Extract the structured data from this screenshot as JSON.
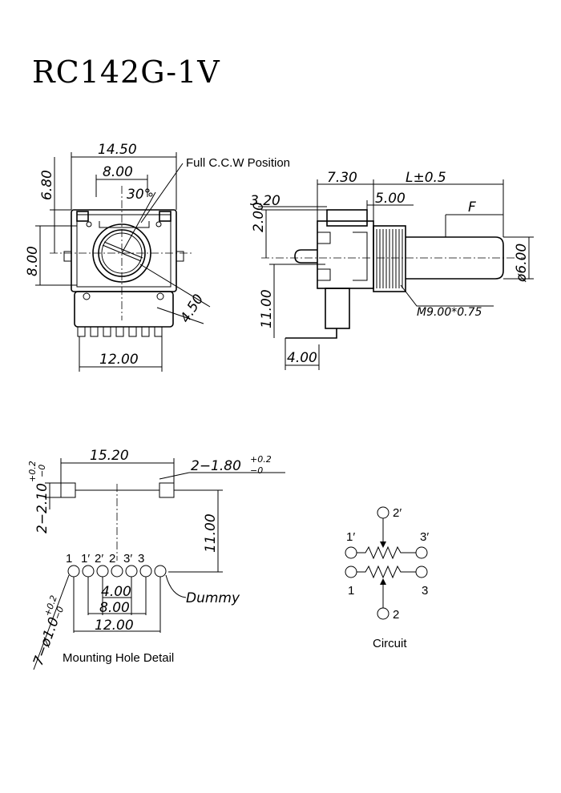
{
  "title": "RC142G-1V",
  "front_view": {
    "dim_width": "14.50",
    "dim_inner": "8.00",
    "dim_height_top": "6.80",
    "dim_height_left": "8.00",
    "dim_angle": "30°",
    "dim_diag": "4.50",
    "dim_bottom": "12.00",
    "callout": "Full C.C.W Position"
  },
  "side_view": {
    "dim_7_30": "7.30",
    "dim_L": "L±0.5",
    "dim_3_20": "3.20",
    "dim_2_00": "2.00",
    "dim_5_00": "5.00",
    "dim_F": "F",
    "dim_11_00": "11.00",
    "dim_6_00": "ø6.00",
    "dim_4_00": "4.00",
    "thread": "M9.00*0.75"
  },
  "mounting": {
    "dim_15_20": "15.20",
    "dim_slot_right": "2−1.80",
    "dim_slot_right_tol_top": "+0.2",
    "dim_slot_right_tol_bot": "−0",
    "dim_slot_left": "2−2.10",
    "dim_slot_left_tol_top": "+0.2",
    "dim_slot_left_tol_bot": "−0",
    "dim_11_00": "11.00",
    "dim_4_00": "4.00",
    "dim_8_00": "8.00",
    "dim_12_00": "12.00",
    "dim_holes": "7−ø1.0",
    "dim_holes_tol_top": "+0.2",
    "dim_holes_tol_bot": "−0",
    "dummy": "Dummy",
    "pins": [
      "1",
      "1′",
      "2′",
      "2",
      "3′",
      "3"
    ],
    "caption": "Mounting Hole Detail"
  },
  "circuit": {
    "pin_2p": "2′",
    "pin_1p": "1′",
    "pin_3p": "3′",
    "pin_1": "1",
    "pin_3": "3",
    "pin_2": "2",
    "caption": "Circuit"
  }
}
